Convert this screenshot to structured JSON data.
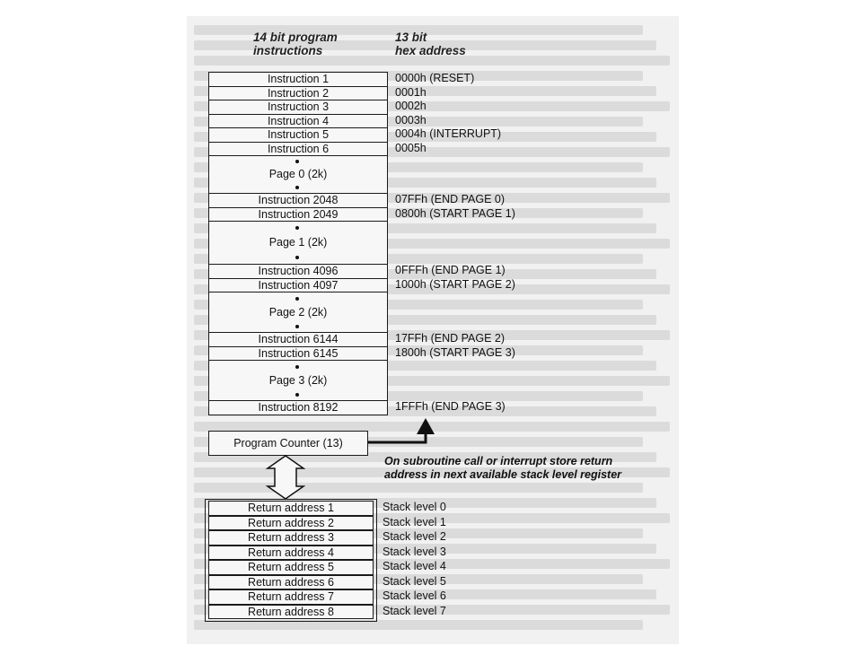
{
  "headers": {
    "instructions": "14 bit program\ninstructions",
    "address": "13 bit\nhex address"
  },
  "instructions": [
    {
      "label": "Instruction 1",
      "address": "0000h (RESET)"
    },
    {
      "label": "Instruction 2",
      "address": "0001h"
    },
    {
      "label": "Instruction 3",
      "address": "0002h"
    },
    {
      "label": "Instruction 4",
      "address": "0003h"
    },
    {
      "label": "Instruction 5",
      "address": "0004h (INTERRUPT)"
    },
    {
      "label": "Instruction 6",
      "address": "0005h"
    }
  ],
  "pages": [
    {
      "label": "Page 0 (2k)",
      "end_instr": "Instruction 2048",
      "end_addr": "07FFh (END PAGE 0)",
      "next_instr": "Instruction 2049",
      "next_addr": "0800h (START PAGE 1)"
    },
    {
      "label": "Page 1 (2k)",
      "end_instr": "Instruction 4096",
      "end_addr": "0FFFh (END PAGE 1)",
      "next_instr": "Instruction 4097",
      "next_addr": "1000h (START PAGE 2)"
    },
    {
      "label": "Page 2 (2k)",
      "end_instr": "Instruction 6144",
      "end_addr": "17FFh (END PAGE 2)",
      "next_instr": "Instruction 6145",
      "next_addr": "1800h (START PAGE 3)"
    },
    {
      "label": "Page 3 (2k)",
      "end_instr": "Instruction 8192",
      "end_addr": "1FFFh (END PAGE 3)"
    }
  ],
  "program_counter": "Program Counter (13)",
  "note": "On subroutine call or interrupt store return\naddress in next available stack level register",
  "stack": [
    {
      "label": "Return address 1",
      "level": "Stack level 0"
    },
    {
      "label": "Return address 2",
      "level": "Stack level 1"
    },
    {
      "label": "Return address 3",
      "level": "Stack level 2"
    },
    {
      "label": "Return address 4",
      "level": "Stack level 3"
    },
    {
      "label": "Return address 5",
      "level": "Stack level 4"
    },
    {
      "label": "Return address 6",
      "level": "Stack level 5"
    },
    {
      "label": "Return address 7",
      "level": "Stack level 6"
    },
    {
      "label": "Return address 8",
      "level": "Stack level 7"
    }
  ]
}
